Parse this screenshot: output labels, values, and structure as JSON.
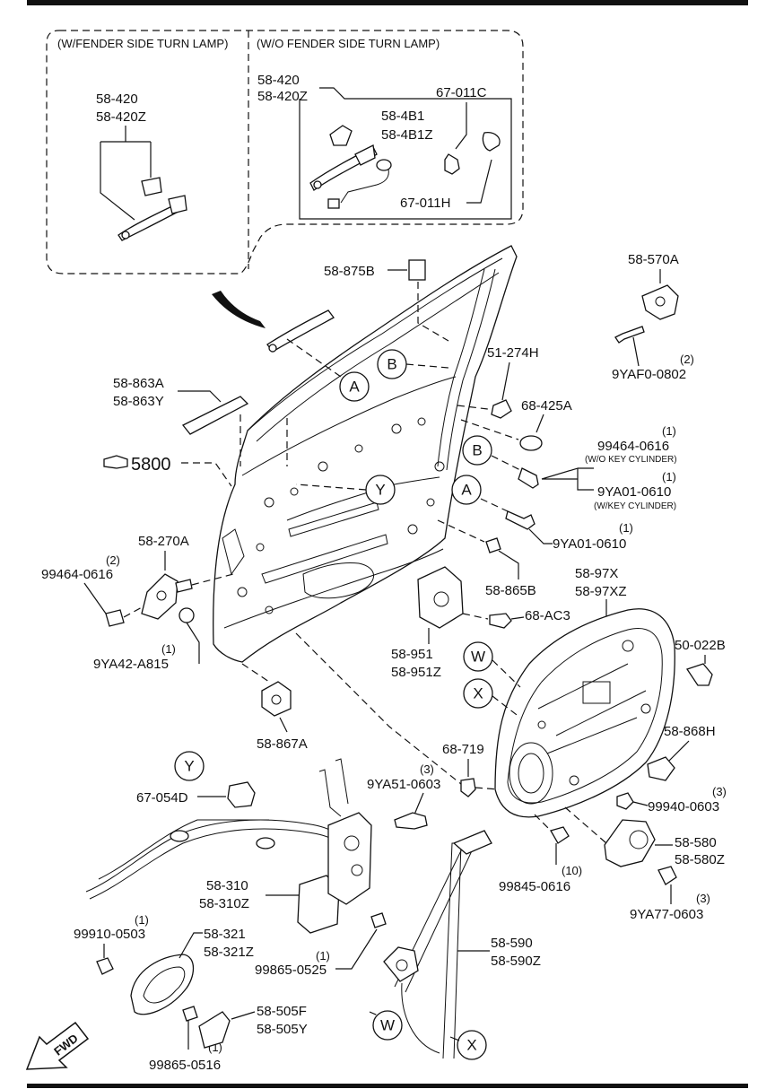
{
  "inset": {
    "left_title": "(W/FENDER SIDE TURN LAMP)",
    "right_title": "(W/O FENDER SIDE TURN LAMP)"
  },
  "parts": {
    "p58_420_a": "58-420",
    "p58_420z_a": "58-420Z",
    "p58_420_b": "58-420",
    "p58_420z_b": "58-420Z",
    "p67_011c": "67-011C",
    "p58_4b1": "58-4B1",
    "p58_4b1z": "58-4B1Z",
    "p67_011h": "67-011H",
    "p58_875b": "58-875B",
    "p58_570a": "58-570A",
    "q9yaf0": "(2)",
    "p9yaf0": "9YAF0-0802",
    "p51_274h": "51-274H",
    "p68_425a": "68-425A",
    "p58_863a": "58-863A",
    "p58_863y": "58-863Y",
    "p5800": "5800",
    "q99464_a": "(1)",
    "p99464_a": "99464-0616",
    "n99464_a": "(W/O KEY CYLINDER)",
    "q9ya01_a": "(1)",
    "p9ya01_a": "9YA01-0610",
    "n9ya01_a": "(W/KEY CYLINDER)",
    "q9ya01_b": "(1)",
    "p9ya01_b": "9YA01-0610",
    "p58_270a": "58-270A",
    "q99464_b": "(2)",
    "p99464_b": "99464-0616",
    "p58_865b": "58-865B",
    "p58_97x": "58-97X",
    "p58_97xz": "58-97XZ",
    "p68_ac3": "68-AC3",
    "q9ya42": "(1)",
    "p9ya42": "9YA42-A815",
    "p58_951": "58-951",
    "p58_951z": "58-951Z",
    "p50_022b": "50-022B",
    "p58_867a": "58-867A",
    "p58_868h": "58-868H",
    "p68_719": "68-719",
    "q9ya51": "(3)",
    "p9ya51": "9YA51-0603",
    "p67_054d": "67-054D",
    "q99940": "(3)",
    "p99940": "99940-0603",
    "p58_580": "58-580",
    "p58_580z": "58-580Z",
    "p58_310": "58-310",
    "p58_310z": "58-310Z",
    "q99845": "(10)",
    "p99845": "99845-0616",
    "q9ya77": "(3)",
    "p9ya77": "9YA77-0603",
    "q99910": "(1)",
    "p99910": "99910-0503",
    "p58_321": "58-321",
    "p58_321z": "58-321Z",
    "q99865_a": "(1)",
    "p99865_a": "99865-0525",
    "p58_590": "58-590",
    "p58_590z": "58-590Z",
    "p58_505f": "58-505F",
    "p58_505y": "58-505Y",
    "q99865_b": "(1)",
    "p99865_b": "99865-0516"
  },
  "callouts": {
    "a": "A",
    "b": "B",
    "w": "W",
    "x": "X",
    "y": "Y"
  },
  "fwd": "FWD"
}
